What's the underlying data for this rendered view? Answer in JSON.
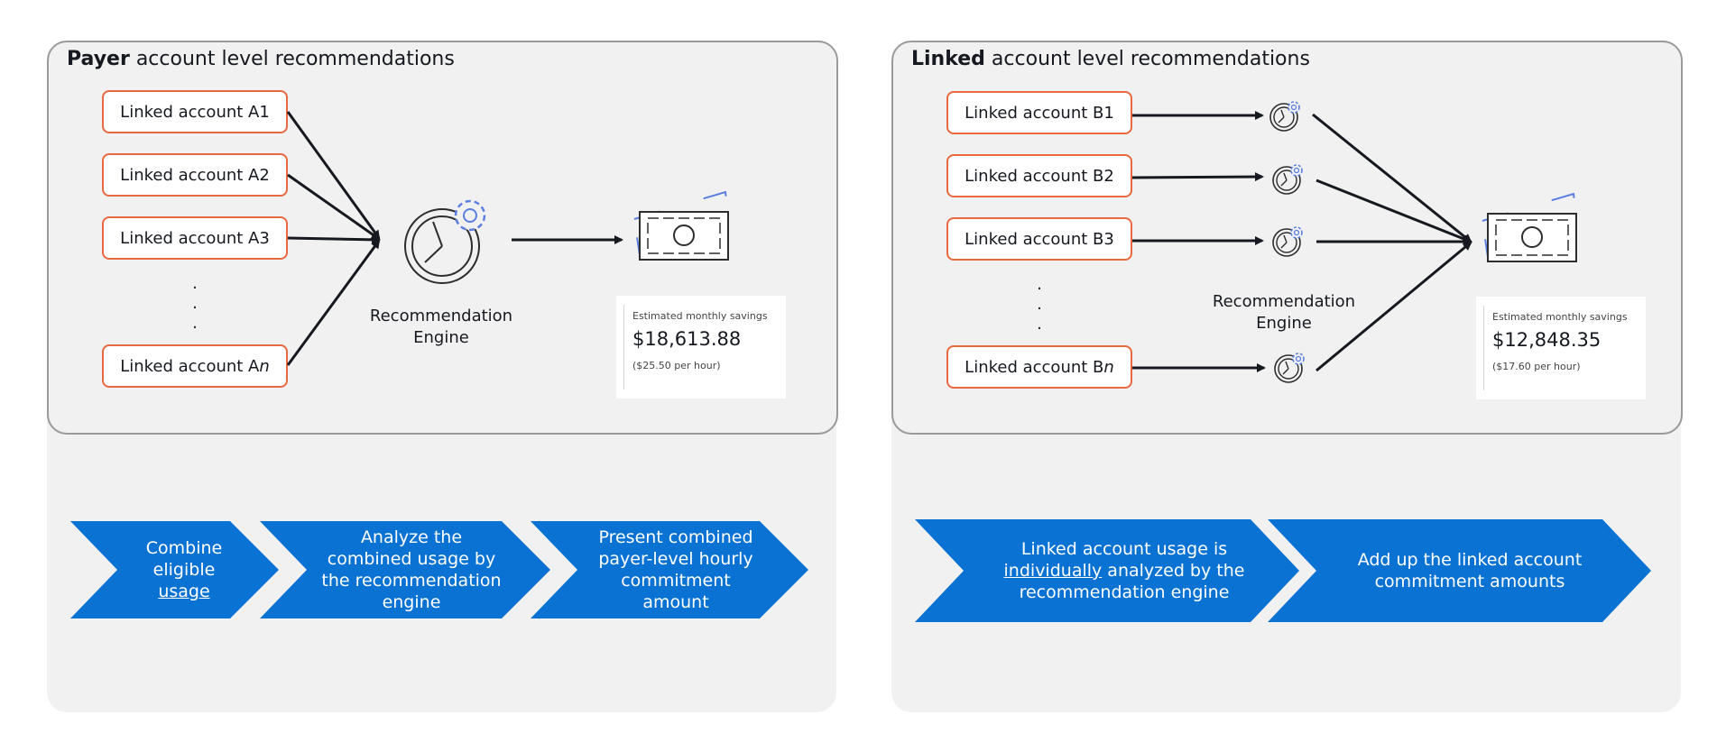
{
  "left": {
    "title_bold": "Payer",
    "title_rest": " account level recommendations",
    "accounts": [
      {
        "label": "Linked account A1"
      },
      {
        "label": "Linked account A2"
      },
      {
        "label": "Linked account A3"
      }
    ],
    "last_account": {
      "prefix": "Linked account A",
      "suffix": "n"
    },
    "engine_label_1": "Recommendation",
    "engine_label_2": "Engine",
    "savings": {
      "label": "Estimated monthly savings",
      "value": "$18,613.88",
      "hourly": "($25.50 per hour)"
    },
    "steps": [
      {
        "line1": "Combine",
        "line2": "eligible",
        "line3": "usage"
      },
      {
        "line1": "Analyze the",
        "line2": "combined usage by",
        "line3": "the recommendation",
        "line4": "engine"
      },
      {
        "line1": "Present combined",
        "line2": "payer-level hourly",
        "line3": "commitment",
        "line4": "amount"
      }
    ]
  },
  "right": {
    "title_bold": "Linked",
    "title_rest": " account level recommendations",
    "accounts": [
      {
        "label": "Linked account B1"
      },
      {
        "label": "Linked account B2"
      },
      {
        "label": "Linked account B3"
      }
    ],
    "last_account": {
      "prefix": "Linked account B",
      "suffix": "n"
    },
    "engine_label_1": "Recommendation",
    "engine_label_2": "Engine",
    "savings": {
      "label": "Estimated monthly savings",
      "value": "$12,848.35",
      "hourly": "($17.60 per hour)"
    },
    "steps": [
      {
        "line1": "Linked account usage is",
        "line2_u": "individually",
        "line2_rest": " analyzed by the",
        "line3": "recommendation engine"
      },
      {
        "line1": "Add up the linked account",
        "line2": "commitment amounts"
      }
    ]
  },
  "colors": {
    "accent_orange": "#e8693f",
    "chevron_blue": "#0972d3",
    "icon_blue": "#5b7fe0",
    "line_dark": "#16191f"
  }
}
